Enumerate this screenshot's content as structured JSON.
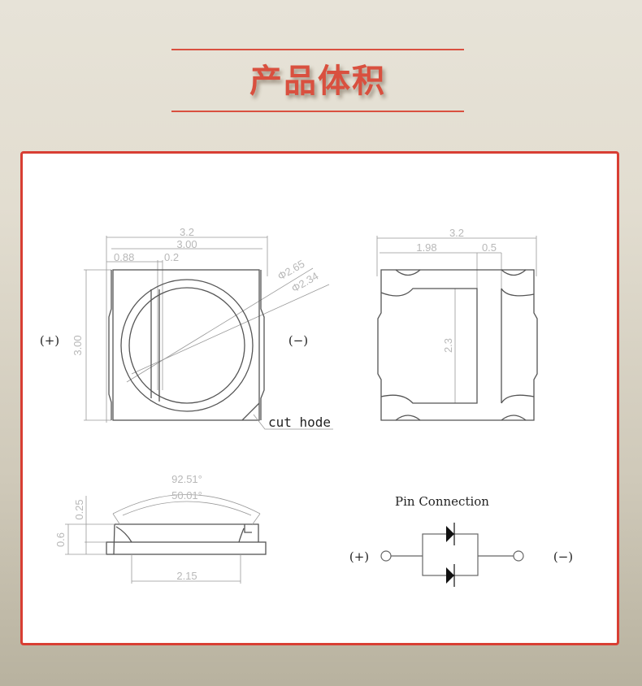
{
  "header": {
    "title": "产品体积",
    "accent_color": "#d9503f"
  },
  "panel": {
    "border_color": "#d83e33",
    "top_view": {
      "dims": {
        "overall_width": "3.2",
        "body_width": "3.00",
        "offset_a": "0.88",
        "offset_b": "0.2",
        "lens_outer": "Φ2.65",
        "lens_inner": "Φ2.34",
        "height": "3.00"
      },
      "anode_label": "(+)",
      "cathode_label": "(−)",
      "cut_label": "cut hode"
    },
    "bottom_view": {
      "dims": {
        "overall_width": "3.2",
        "pad_width": "1.98",
        "gap": "0.5",
        "pad_height": "2.3"
      }
    },
    "side_view": {
      "dims": {
        "outer_angle": "92.51°",
        "inner_angle": "50.01°",
        "top_height": "0.25",
        "total_height": "0.6",
        "base_width": "2.15"
      }
    },
    "pin_connection": {
      "title": "Pin Connection",
      "anode_label": "(+)",
      "cathode_label": "(−)"
    }
  }
}
